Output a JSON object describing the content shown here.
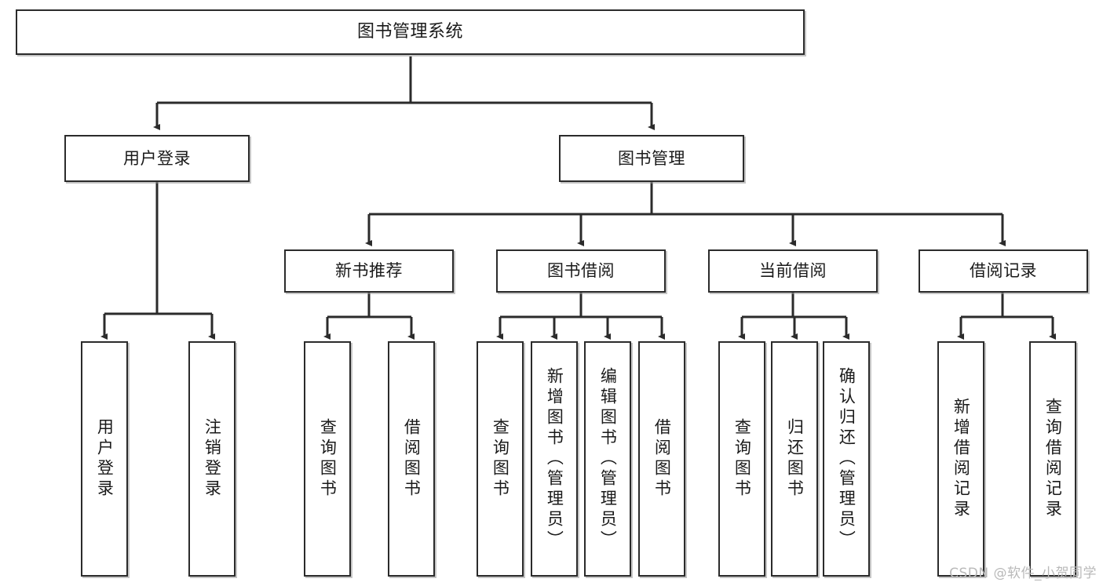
{
  "diagram": {
    "type": "tree",
    "title": "图书管理系统",
    "watermark": "CSDN @软件_小贺同学",
    "colors": {
      "box_border": "#2b2b2b",
      "box_fill": "#ffffff",
      "connector": "#2b2b2b",
      "text": "#1a1a1a",
      "watermark": "#b9b9b9"
    },
    "nodes": {
      "root": {
        "label": "图书管理系统"
      },
      "level2": [
        {
          "label": "用户登录"
        },
        {
          "label": "图书管理"
        }
      ],
      "level3": [
        {
          "label": "新书推荐"
        },
        {
          "label": "图书借阅"
        },
        {
          "label": "当前借阅"
        },
        {
          "label": "借阅记录"
        }
      ],
      "leaves_user_login": [
        {
          "label": "用户登录"
        },
        {
          "label": "注销登录"
        }
      ],
      "leaves_new_books": [
        {
          "label": "查询图书"
        },
        {
          "label": "借阅图书"
        }
      ],
      "leaves_borrow": [
        {
          "label": "查询图书"
        },
        {
          "label": "新增图书（管理员）"
        },
        {
          "label": "编辑图书（管理员）"
        },
        {
          "label": "借阅图书"
        }
      ],
      "leaves_current": [
        {
          "label": "查询图书"
        },
        {
          "label": "归还图书"
        },
        {
          "label": "确认归还（管理员）"
        }
      ],
      "leaves_records": [
        {
          "label": "新增借阅记录"
        },
        {
          "label": "查询借阅记录"
        }
      ]
    }
  }
}
